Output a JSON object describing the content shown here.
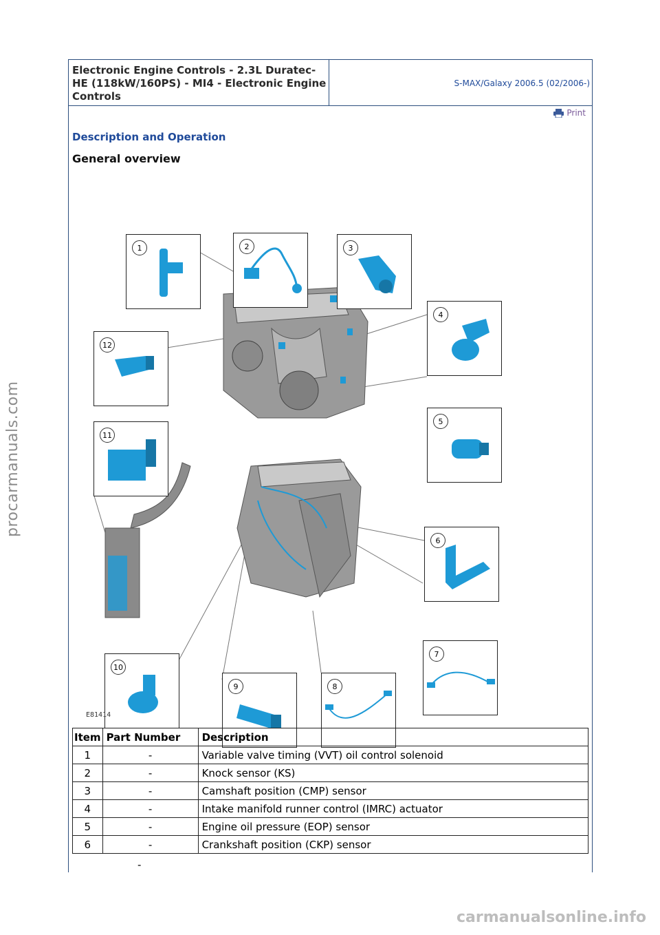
{
  "header": {
    "title": "Electronic Engine Controls - 2.3L Duratec-HE (118kW/160PS) - MI4 - Electronic Engine Controls",
    "model": "S-MAX/Galaxy 2006.5 (02/2006-)"
  },
  "print_label": "Print",
  "section_title": "Description and Operation",
  "subtitle": "General overview",
  "figure": {
    "code": "E81414",
    "callouts": [
      "1",
      "2",
      "3",
      "4",
      "5",
      "6",
      "7",
      "8",
      "9",
      "10",
      "11",
      "12"
    ]
  },
  "table": {
    "headers": [
      "Item",
      "Part Number",
      "Description"
    ],
    "rows": [
      {
        "item": "1",
        "part": "-",
        "desc": "Variable valve timing (VVT) oil control solenoid"
      },
      {
        "item": "2",
        "part": "-",
        "desc": "Knock sensor (KS)"
      },
      {
        "item": "3",
        "part": "-",
        "desc": "Camshaft position (CMP) sensor"
      },
      {
        "item": "4",
        "part": "-",
        "desc": "Intake manifold runner control (IMRC) actuator"
      },
      {
        "item": "5",
        "part": "-",
        "desc": "Engine oil pressure (EOP) sensor"
      },
      {
        "item": "6",
        "part": "-",
        "desc": "Crankshaft position (CKP) sensor"
      }
    ],
    "trailing_part": "-"
  },
  "watermarks": {
    "left": "procarmanuals.com",
    "bottom": "carmanualsonline.info"
  },
  "colors": {
    "frame": "#2b4d7d",
    "heading": "#1f4a9a",
    "part_blue": "#1e9ad6"
  }
}
